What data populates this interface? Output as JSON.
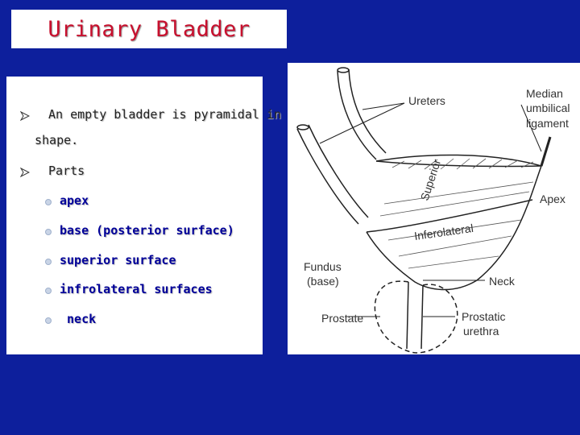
{
  "title": "Urinary Bladder",
  "bullets": [
    {
      "line1": "An empty bladder is pyramidal in",
      "line2": "shape."
    },
    {
      "line1": "Parts"
    }
  ],
  "parts": [
    "apex",
    "base (posterior surface)",
    "superior surface",
    "infrolateral surfaces",
    " neck"
  ],
  "diagram": {
    "labels": {
      "ureters": "Ureters",
      "median1": "Median",
      "median2": "umbilical",
      "median3": "ligament",
      "superior": "Superior",
      "apex": "Apex",
      "inferolateral": "Inferolateral",
      "fundus1": "Fundus",
      "fundus2": "(base)",
      "neck": "Neck",
      "prostate": "Prostate",
      "prostatic1": "Prostatic",
      "prostatic2": "urethra"
    }
  },
  "colors": {
    "background": "#0d1f9c",
    "title": "#c8102e",
    "subitem": "#000099"
  }
}
